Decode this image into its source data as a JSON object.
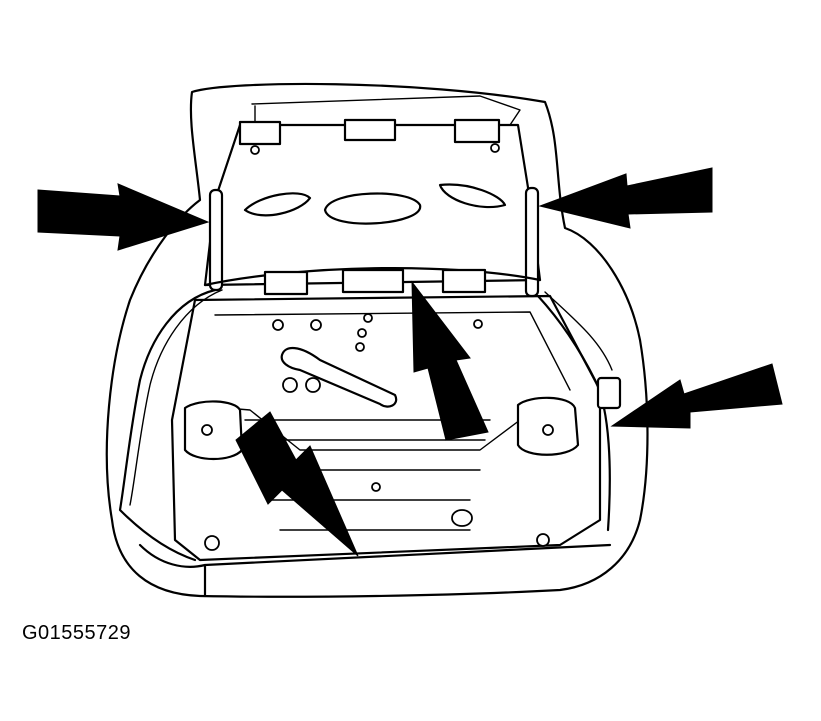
{
  "figure": {
    "code": "G01555729",
    "subject": "seat-cushion-underside",
    "arrow_count": 5
  },
  "colors": {
    "line": "#000000",
    "background": "#ffffff"
  }
}
